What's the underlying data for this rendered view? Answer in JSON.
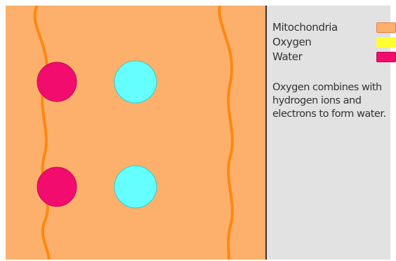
{
  "legend": {
    "items": [
      {
        "label": "Mitochondria",
        "color": "#fcb06c",
        "border": "#e8804a"
      },
      {
        "label": "Oxygen",
        "color": "#ffff33",
        "border": "#ffff33"
      },
      {
        "label": "Water",
        "color": "#f20c6e",
        "border": "#c20a55"
      }
    ]
  },
  "caption": "Oxygen combines with\nhydrogen ions and\nelectrons to form water.",
  "colors": {
    "membrane_fill": "#fcb06c",
    "membrane_line": "#ff8811",
    "water": "#f20c6e",
    "hydrogen_ion": "#66ffff",
    "panel_bg": "#e2e2e2"
  }
}
